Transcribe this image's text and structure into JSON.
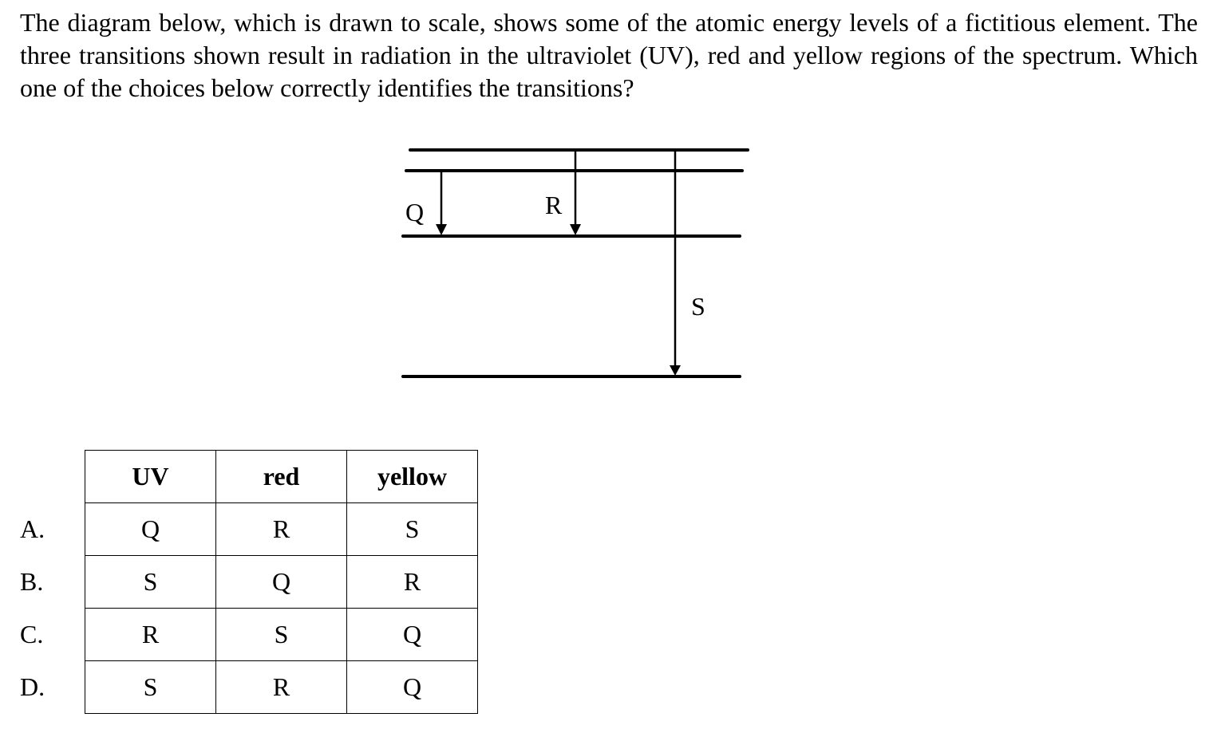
{
  "question": "The diagram below, which is drawn to scale, shows some of the atomic energy levels of a fictitious element. The three transitions shown result in radiation in the ultraviolet (UV), red and yellow regions of the spectrum. Which one of the choices below correctly identifies the transitions?",
  "diagram": {
    "labels": {
      "q": "Q",
      "r": "R",
      "s": "S"
    }
  },
  "table": {
    "headers": [
      "UV",
      "red",
      "yellow"
    ],
    "rows": [
      {
        "option": "A.",
        "cells": [
          "Q",
          "R",
          "S"
        ]
      },
      {
        "option": "B.",
        "cells": [
          "S",
          "Q",
          "R"
        ]
      },
      {
        "option": "C.",
        "cells": [
          "R",
          "S",
          "Q"
        ]
      },
      {
        "option": "D.",
        "cells": [
          "S",
          "R",
          "Q"
        ]
      }
    ]
  }
}
